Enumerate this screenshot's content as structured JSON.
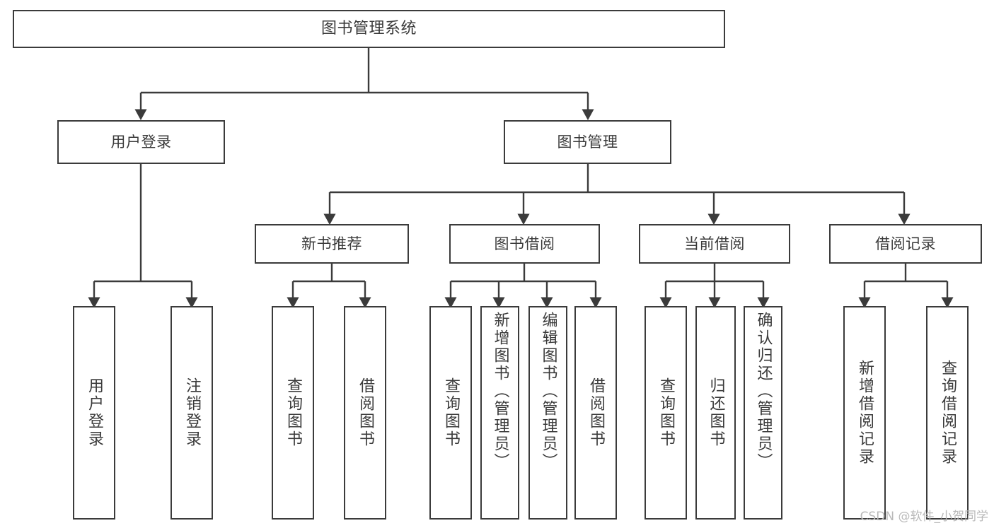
{
  "diagram": {
    "type": "tree-hierarchy",
    "title": "图书管理系统",
    "colors": {
      "box_border": "#3b3b3b",
      "box_fill": "#ffffff",
      "connector": "#3b3b3b",
      "text": "#3a3a3a",
      "watermark": "#b9b9b9",
      "background": "#ffffff"
    },
    "watermark": "CSDN @软件_小贺同学",
    "nodes": {
      "root": {
        "label": "图书管理系统"
      },
      "level2": [
        {
          "id": "user-login",
          "label": "用户登录"
        },
        {
          "id": "book-manage",
          "label": "图书管理"
        }
      ],
      "level3": [
        {
          "id": "new-book-recommend",
          "label": "新书推荐"
        },
        {
          "id": "book-borrow",
          "label": "图书借阅"
        },
        {
          "id": "current-borrow",
          "label": "当前借阅"
        },
        {
          "id": "borrow-record",
          "label": "借阅记录"
        }
      ],
      "leaves": {
        "user_login": [
          {
            "id": "leaf-user-login",
            "label": "用户登录"
          },
          {
            "id": "leaf-logout-login",
            "label": "注销登录"
          }
        ],
        "new_book_recommend": [
          {
            "id": "leaf-query-book-1",
            "label": "查询图书"
          },
          {
            "id": "leaf-borrow-book-1",
            "label": "借阅图书"
          }
        ],
        "book_borrow": [
          {
            "id": "leaf-query-book-2",
            "label": "查询图书"
          },
          {
            "id": "leaf-add-book",
            "label": "新增图书（管理员）"
          },
          {
            "id": "leaf-edit-book",
            "label": "编辑图书（管理员）"
          },
          {
            "id": "leaf-borrow-book-2",
            "label": "借阅图书"
          }
        ],
        "current_borrow": [
          {
            "id": "leaf-query-book-3",
            "label": "查询图书"
          },
          {
            "id": "leaf-return-book",
            "label": "归还图书"
          },
          {
            "id": "leaf-confirm-return",
            "label": "确认归还（管理员）"
          }
        ],
        "borrow_record": [
          {
            "id": "leaf-add-record",
            "label": "新增借阅记录"
          },
          {
            "id": "leaf-query-record",
            "label": "查询借阅记录"
          }
        ]
      }
    }
  }
}
